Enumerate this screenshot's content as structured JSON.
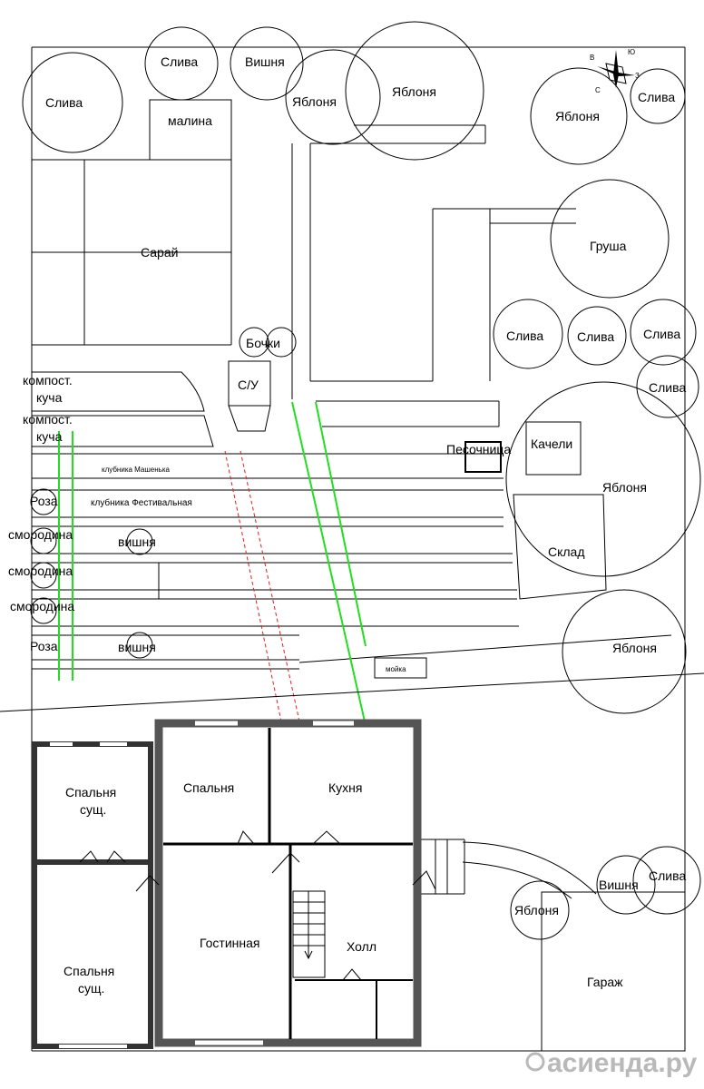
{
  "labels": {
    "sliva_top": "Слива",
    "vishnya_top": "Вишня",
    "sliva_left": "Слива",
    "malina": "малина",
    "yablonya_1": "Яблоня",
    "yablonya_2": "Яблоня",
    "yablonya_3": "Яблоня",
    "sliva_tr": "Слива",
    "saray": "Сарай",
    "grusha": "Груша",
    "bochki": "Бочки",
    "su": "С/У",
    "sliva_m1": "Слива",
    "sliva_m2": "Слива",
    "sliva_m3": "Слива",
    "sliva_m4": "Слива",
    "kompost_1a": "компост.",
    "kompost_1b": "куча",
    "kompost_2a": "компост.",
    "kompost_2b": "куча",
    "pesochnitsa": "Песочница",
    "kacheli": "Качели",
    "klubnika_1": "клубника Машенька",
    "klubnika_2": "клубника Фестивальная",
    "roza_1": "Роза",
    "roza_2": "Роза",
    "smorodina_1": "смородина",
    "smorodina_2": "смородина",
    "smorodina_3": "смородина",
    "vishnya_1": "вишня",
    "vishnya_2": "вишня",
    "yablonya_r1": "Яблоня",
    "yablonya_r2": "Яблоня",
    "sklad": "Склад",
    "moyka": "мойка",
    "spalnya_sush_1a": "Спальня",
    "spalnya_sush_1b": "сущ.",
    "spalnya_sush_2a": "Спальня",
    "spalnya_sush_2b": "сущ.",
    "spalnya": "Спальня",
    "kuhnya": "Кухня",
    "gostinnaya": "Гостинная",
    "holl": "Холл",
    "vishnya_g": "Вишня",
    "sliva_g": "Слива",
    "yablonya_g": "Яблоня",
    "garazh": "Гараж"
  },
  "compass": {
    "n": "С",
    "s": "Ю",
    "e": "В",
    "w": "З"
  },
  "watermark": "асиенда.ру",
  "colors": {
    "green_path": "#22dd22",
    "red_path": "#dd2222",
    "wall": "#555555"
  }
}
